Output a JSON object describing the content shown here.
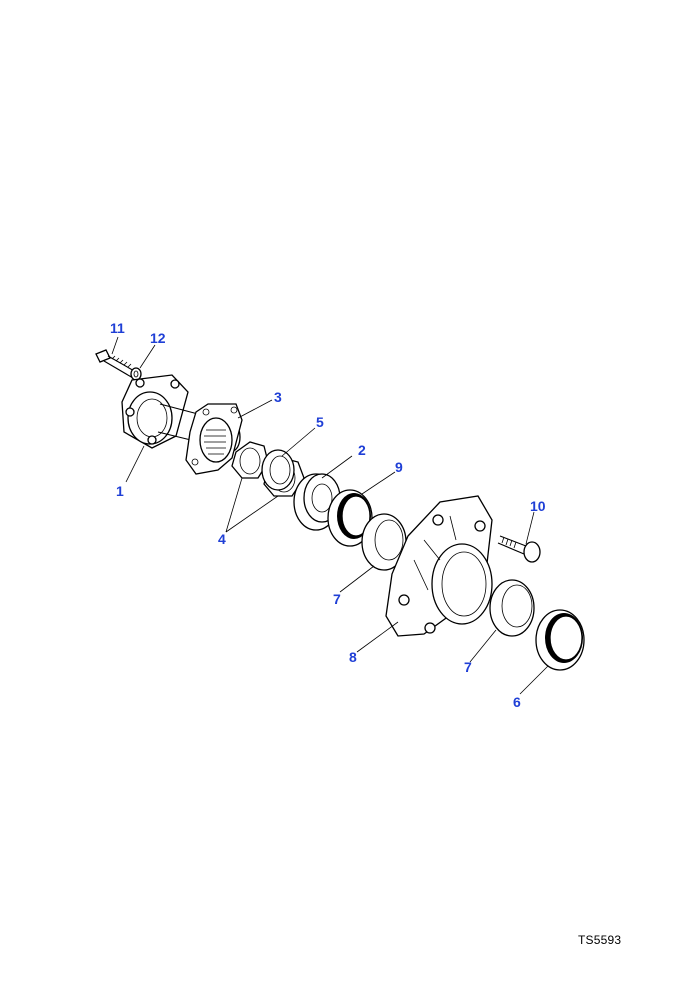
{
  "diagram": {
    "reference_code": "TS5593",
    "callouts": {
      "c1": "1",
      "c2": "2",
      "c3": "3",
      "c4": "4",
      "c5": "5",
      "c6": "6",
      "c7a": "7",
      "c7b": "7",
      "c8": "8",
      "c9": "9",
      "c10": "10",
      "c11": "11",
      "c12": "12"
    },
    "callout_color": "#1f3fd6"
  }
}
